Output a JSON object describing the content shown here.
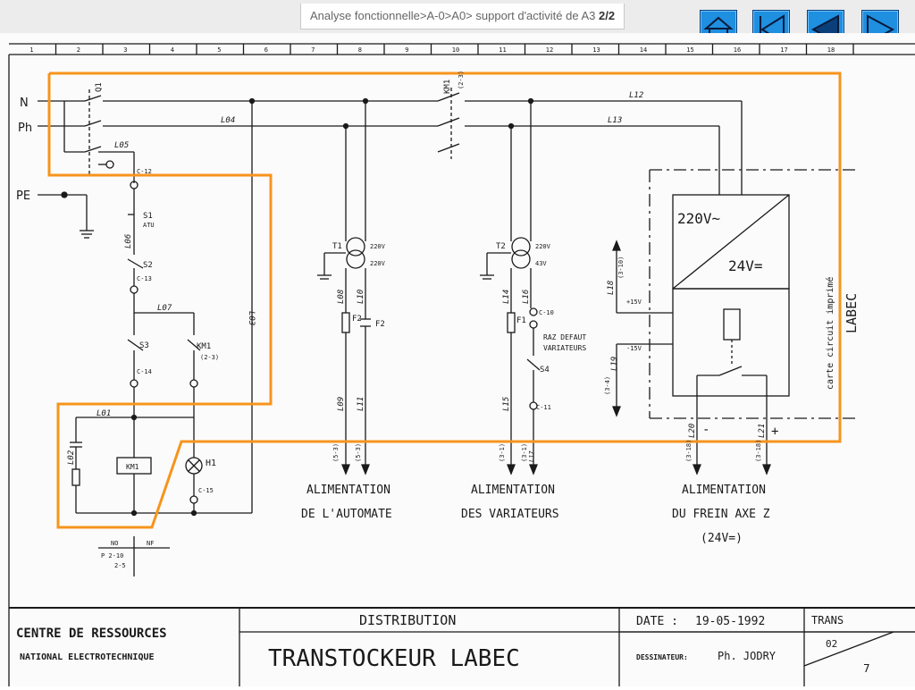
{
  "header": {
    "breadcrumb": "Analyse fonctionnelle>A-0>A0> support d'activité de A3",
    "page": "2/2"
  },
  "nav": {
    "home": "home-icon",
    "first": "first-page-icon",
    "prev": "previous-page-icon",
    "next": "next-page-icon"
  },
  "ruler": [
    "1",
    "2",
    "3",
    "4",
    "5",
    "6",
    "7",
    "8",
    "9",
    "10",
    "11",
    "12",
    "13",
    "14",
    "15",
    "16",
    "17",
    "18"
  ],
  "labels": {
    "n": "N",
    "ph": "Ph",
    "pe": "PE",
    "q1": "Q1",
    "km1_top": "KM1",
    "km1_top_ref": "(2-3)",
    "l05": "L05",
    "l04": "L04",
    "l12": "L12",
    "l13": "L13",
    "c12": "C-12",
    "s1": "S1",
    "atu": "ATU",
    "l06": "L06",
    "s2": "S2",
    "c13": "C-13",
    "l07": "L07",
    "l03": "L03",
    "s3": "S3",
    "km1_aux": "KM1",
    "km1_aux_ref": "(2-3)",
    "c14": "C-14",
    "l01": "L01",
    "l02": "L02",
    "km1_coil": "KM1",
    "h1": "H1",
    "c15": "C-15",
    "t1": "T1",
    "t1_primary": "220V",
    "t1_secondary": "220V",
    "l08": "L08",
    "l10": "L10",
    "f2": "F2",
    "f2b": "F2",
    "l09": "L09",
    "l11": "L11",
    "t2": "T2",
    "t2_primary": "220V",
    "t2_secondary": "43V",
    "l14": "L14",
    "l16": "L16",
    "c10": "C-10",
    "f1": "F1",
    "raz": "RAZ DEFAUT",
    "variateurs": "VARIATEURS",
    "s4": "S4",
    "l15": "L15",
    "c11": "C-11",
    "ref_3_10": "(3-10)",
    "l18": "L18",
    "plus15": "+15V",
    "minus15": "-15V",
    "ref_3_4": "(3-4)",
    "l19": "L19",
    "v220": "220V~",
    "v24": "24V=",
    "carte": "carte circuit imprimé",
    "labec": "LABEC",
    "l20": "L20",
    "l21": "L21",
    "minus": "-",
    "plus": "+",
    "ref_5_3a": "(5-3)",
    "ref_5_3b": "(5-3)",
    "ref_3_1a": "(3-1)",
    "ref_3_1b": "(3-1)",
    "l17": "L17",
    "ref_3_18a": "(3-18)",
    "ref_3_18b": "(3-18)",
    "alim1_l1": "ALIMENTATION",
    "alim1_l2": "DE L'AUTOMATE",
    "alim2_l1": "ALIMENTATION",
    "alim2_l2": "DES VARIATEURS",
    "alim3_l1": "ALIMENTATION",
    "alim3_l2": "DU FREIN AXE Z",
    "alim3_l3": "(24V=)",
    "no": "NO",
    "nf": "NF",
    "p210": "P 2-10",
    "p25": "2-5"
  },
  "title_block": {
    "org_line1": "CENTRE DE RESSOURCES",
    "org_line2": "NATIONAL ELECTROTECHNIQUE",
    "subtitle": "DISTRIBUTION",
    "title": "TRANSTOCKEUR LABEC",
    "date_label": "DATE :",
    "date": "19-05-1992",
    "drawer_label": "DESSINATEUR:",
    "drawer": "Ph. JODRY",
    "trans": "TRANS",
    "sheet": "02",
    "page": "7"
  },
  "colors": {
    "highlight": "#f7941d",
    "ink": "#1a1a1a",
    "nav": "#1f8fe0"
  }
}
